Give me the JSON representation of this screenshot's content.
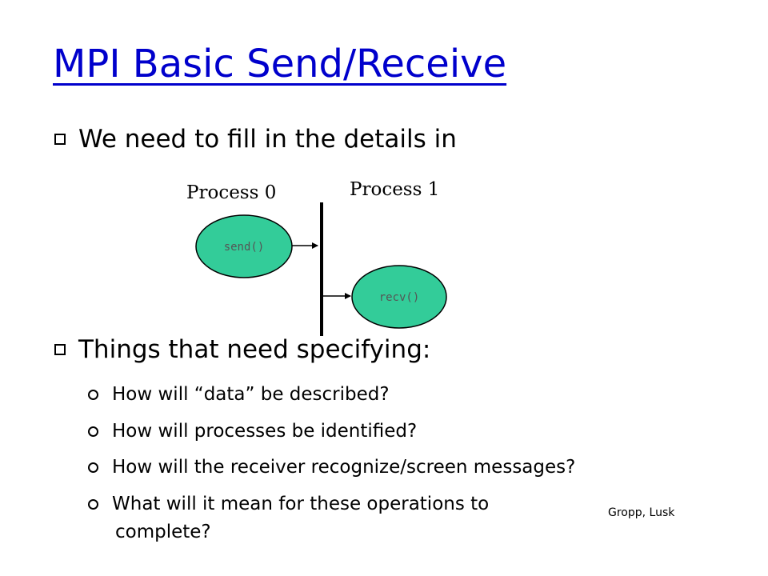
{
  "slide": {
    "title": "MPI Basic Send/Receive",
    "bullets": [
      {
        "text": "We need to fill in the details in"
      },
      {
        "text": "Things that need specifying:"
      }
    ],
    "sub_bullets": [
      {
        "text": "How will “data” be described?"
      },
      {
        "text": "How will processes be identified?"
      },
      {
        "text": "How will the receiver recognize/screen messages?"
      },
      {
        "text": "What will it mean for these operations to"
      }
    ],
    "last_sub_bullet_continuation": "complete?",
    "attribution": "Gropp, Lusk"
  },
  "diagram": {
    "process0_label": "Process 0",
    "process1_label": "Process 1",
    "send_label": "send()",
    "recv_label": "recv()",
    "node_fill": "#33CC99"
  },
  "colors": {
    "title": "#0000CC",
    "text": "#000000"
  }
}
